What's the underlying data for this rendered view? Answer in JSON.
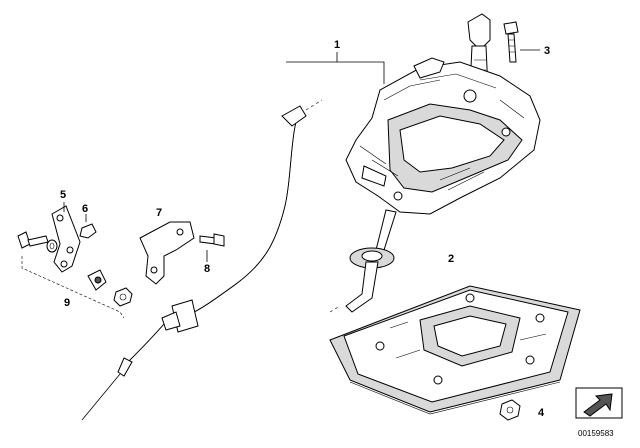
{
  "callouts": [
    {
      "id": "1",
      "label": "1"
    },
    {
      "id": "2",
      "label": "2"
    },
    {
      "id": "3",
      "label": "3"
    },
    {
      "id": "4",
      "label": "4"
    },
    {
      "id": "5",
      "label": "5"
    },
    {
      "id": "6",
      "label": "6"
    },
    {
      "id": "7",
      "label": "7"
    },
    {
      "id": "8",
      "label": "8"
    },
    {
      "id": "9",
      "label": "9"
    }
  ],
  "reference_number": "00159583",
  "icons": {
    "corner_symbol": "arrow-icon"
  }
}
